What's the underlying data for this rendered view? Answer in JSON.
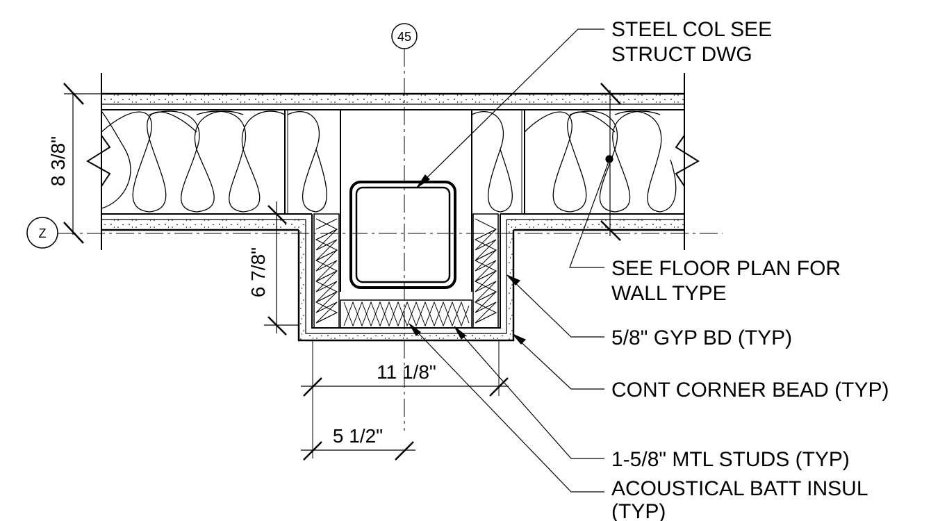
{
  "grid": {
    "column": "45",
    "row": "Z"
  },
  "dimensions": {
    "wall_thickness": "8 3/8\"",
    "projection_depth": "6 7/8\"",
    "enclosure_width": "11 1/8\"",
    "stud_offset": "5 1/2\""
  },
  "notes": {
    "steel_col": [
      "STEEL COL SEE",
      "STRUCT DWG"
    ],
    "wall_type": [
      "SEE FLOOR PLAN FOR",
      "WALL TYPE"
    ],
    "gyp_bd": "5/8\" GYP BD (TYP)",
    "corner_bead": "CONT CORNER BEAD (TYP)",
    "studs": "1-5/8\" MTL STUDS (TYP)",
    "batt": [
      "ACOUSTICAL BATT INSUL",
      "(TYP)"
    ]
  }
}
